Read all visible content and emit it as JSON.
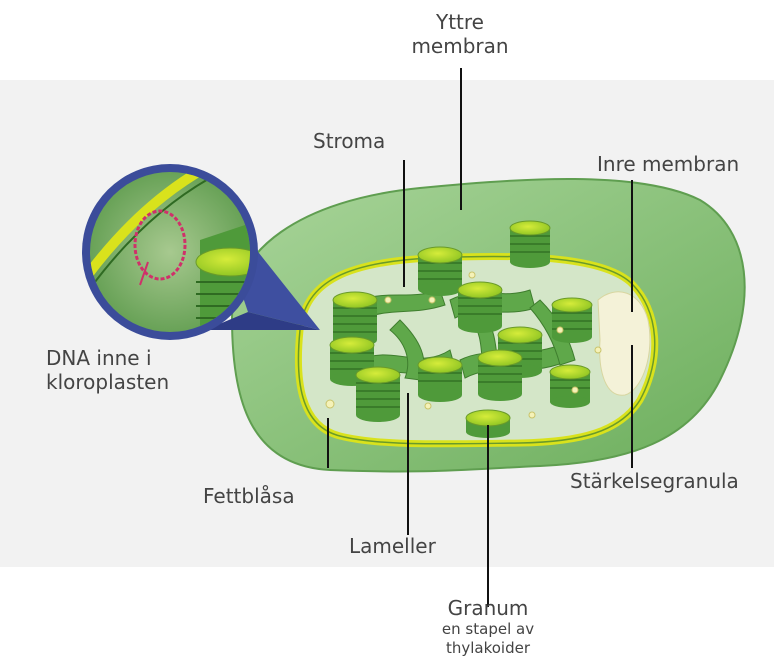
{
  "labels": {
    "outer_membrane": [
      "Yttre",
      "membran"
    ],
    "stroma": "Stroma",
    "inner_membrane": "Inre membran",
    "dna": [
      "DNA inne i",
      "kloroplasten"
    ],
    "fat_droplet": "Fettblåsa",
    "starch_granule": "Stärkelsegranula",
    "lamellae": "Lameller",
    "granum": "Granum",
    "granum_desc": [
      "en stapel av",
      "thylakoider"
    ]
  },
  "colors": {
    "background_band": "#f2f2f2",
    "outer_membrane": "#79b86a",
    "stroma": "#cfe3c4",
    "inner_membrane": "#d9e21c",
    "thylakoid": "#4f9a3a",
    "thylakoid_top": "#a9d42a",
    "dna": "#d0306a",
    "leader_line": "#111111",
    "text": "#444444"
  }
}
